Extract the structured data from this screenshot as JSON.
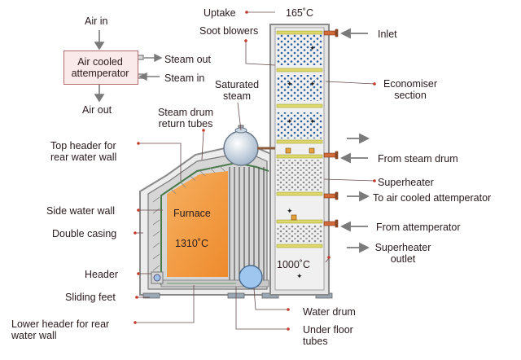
{
  "labels": {
    "air_in": "Air in",
    "air_cooled_attemperator": "Air cooled attemperator",
    "steam_out": "Steam out",
    "steam_in": "Steam in",
    "air_out": "Air out",
    "uptake": "Uptake",
    "uptake_temp": "165˚C",
    "soot_blowers": "Soot blowers",
    "inlet": "Inlet",
    "saturated_steam": "Saturated steam",
    "economiser_section": "Economiser section",
    "steam_drum_return_tubes": "Steam drum return tubes",
    "top_header": "Top header for rear water wall",
    "from_steam_drum": "From steam drum",
    "superheater": "Superheater",
    "to_air_cooled_attemperator": "To air cooled attemperator",
    "side_water_wall": "Side water wall",
    "furnace": "Furnace",
    "furnace_temp": "1310˚C",
    "from_attemperator": "From attemperator",
    "double_casing": "Double casing",
    "superheater_outlet": "Superheater outlet",
    "header": "Header",
    "gas_temp": "1000˚C",
    "sliding_feet": "Sliding feet",
    "water_drum": "Water drum",
    "lower_header": "Lower header for rear water wall",
    "under_floor_tubes": "Under floor tubes"
  },
  "colors": {
    "furnace_orange": "#f39a3c",
    "arrow_gray": "#8a8a8a",
    "dot_red": "#c0392b",
    "casing_gray": "#9a9a9a",
    "tube_blue": "#1f4f8a",
    "header_yellow": "#d9d66a"
  }
}
